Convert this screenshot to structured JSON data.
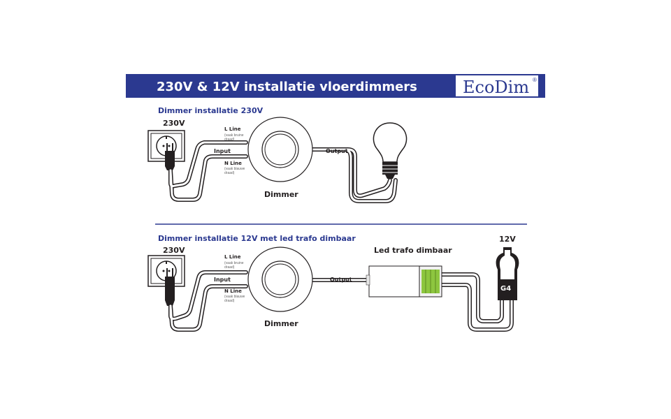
{
  "header": {
    "title": "230V & 12V installatie vloerdimmers",
    "logo_text": "EcoDim",
    "logo_reg": "®",
    "bg_color": "#2b3990"
  },
  "section1": {
    "heading": "Dimmer installatie 230V",
    "voltage": "230V",
    "l_line": "L Line",
    "l_line_note_1": "(vaak bruine",
    "l_line_note_2": "draad)",
    "n_line": "N Line",
    "n_line_note_1": "(vaak blauwe",
    "n_line_note_2": "draad)",
    "input": "Input",
    "output": "Output",
    "dimmer": "Dimmer"
  },
  "section2": {
    "heading": "Dimmer installatie 12V met led trafo dimbaar",
    "voltage": "230V",
    "l_line": "L Line",
    "l_line_note_1": "(vaak bruine",
    "l_line_note_2": "draad)",
    "n_line": "N Line",
    "n_line_note_1": "(vaak blauwe",
    "n_line_note_2": "draad)",
    "input": "Input",
    "output": "Output",
    "dimmer": "Dimmer",
    "trafo_label": "Led trafo dimbaar",
    "bulb_voltage": "12V",
    "bulb_type": "G4"
  },
  "colors": {
    "heading": "#2b3990",
    "wire": "#231f20",
    "trafo_green": "#8dc63f"
  }
}
